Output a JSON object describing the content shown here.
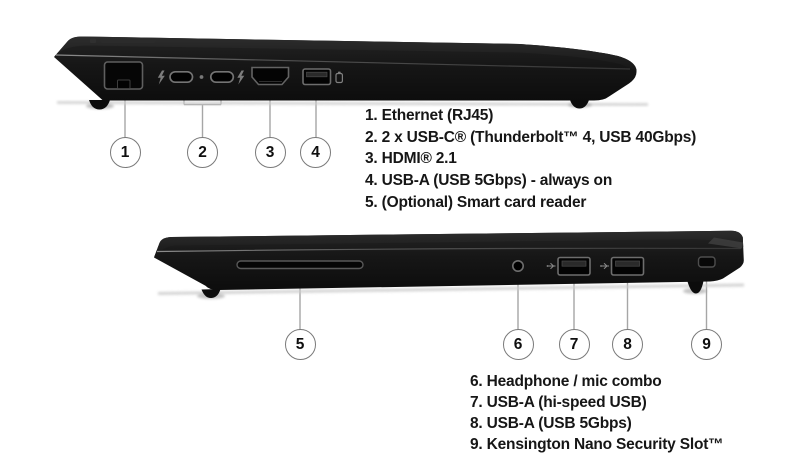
{
  "colors": {
    "background": "#ffffff",
    "laptop_body": "#161616",
    "callout_line": "#a6a6a6",
    "circle_border": "#7a7a7a",
    "text": "#161616"
  },
  "top_view": {
    "callouts": [
      "1",
      "2",
      "3",
      "4"
    ],
    "items": [
      "1. Ethernet (RJ45)",
      "2. 2 x USB-C® (Thunderbolt™ 4, USB 40Gbps)",
      "3. HDMI® 2.1",
      "4. USB-A (USB 5Gbps) - always on",
      "5. (Optional) Smart card reader"
    ],
    "ports": [
      "ethernet-rj45-port",
      "usb-c-thunderbolt-port-1",
      "usb-c-thunderbolt-port-2",
      "hdmi-port",
      "usb-a-always-on-port"
    ]
  },
  "bottom_view": {
    "callouts": [
      "5",
      "6",
      "7",
      "8",
      "9"
    ],
    "items": [
      "6. Headphone / mic combo",
      "7. USB-A (hi-speed USB)",
      "8. USB-A (USB 5Gbps)",
      "9. Kensington Nano Security Slot™"
    ],
    "ports": [
      "smart-card-reader-slot",
      "headphone-mic-combo-jack",
      "usb-a-hispeed-port",
      "usb-a-5gbps-port",
      "kensington-nano-security-slot"
    ]
  },
  "icons": {
    "thunderbolt": "⚡",
    "usb": "⑂",
    "always-on-battery": "▯"
  }
}
